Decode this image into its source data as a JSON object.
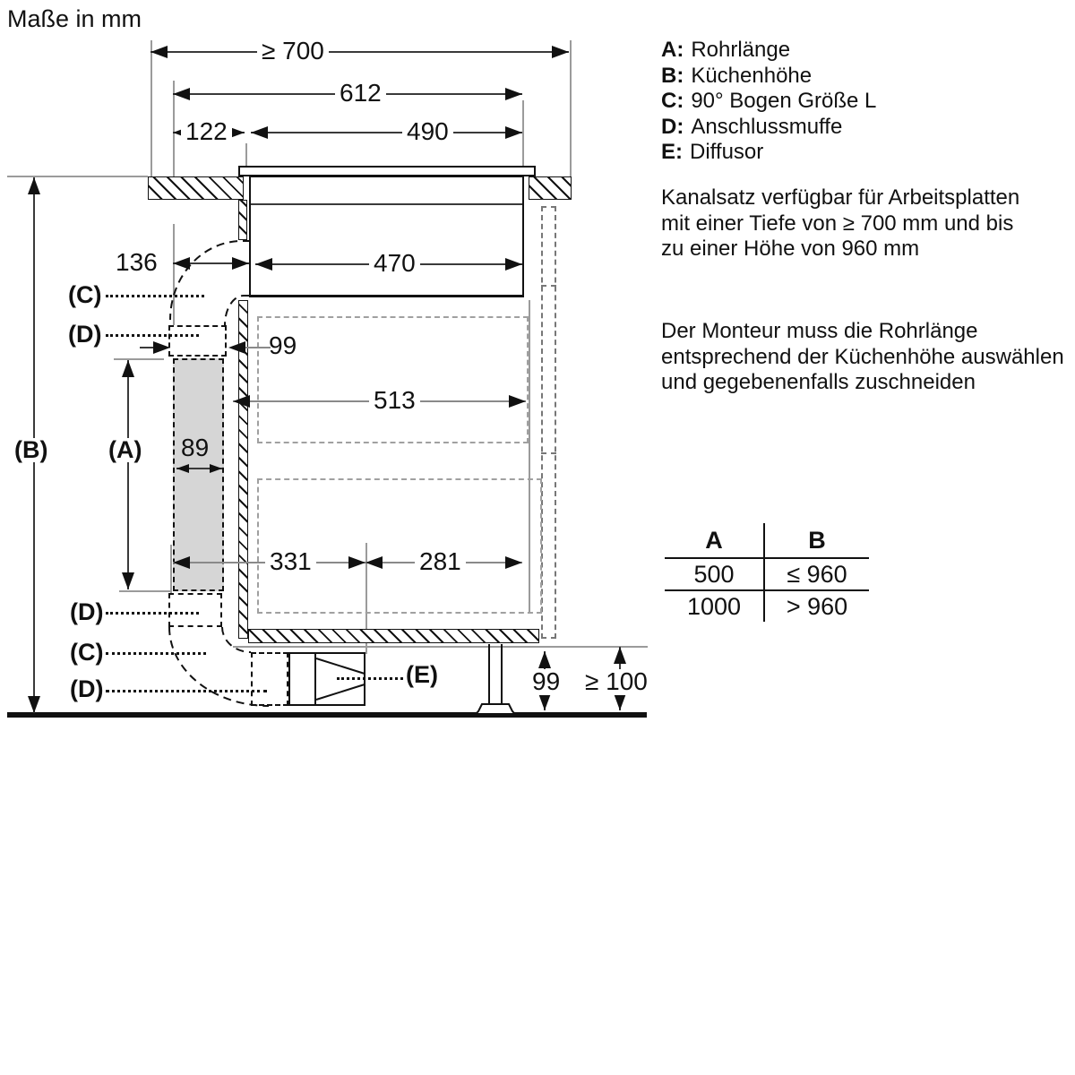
{
  "title": "Maße in mm",
  "dims": {
    "top_width": "≥ 700",
    "hob_total": "612",
    "rear_offset": "122",
    "cutout_width": "490",
    "rear_clearance": "136",
    "hob_inner": "470",
    "socket_width": "99",
    "inner_depth": "513",
    "pipe_width": "89",
    "bottom_rear": "331",
    "bottom_front": "281",
    "plinth_height": "99",
    "plinth_min": "≥ 100"
  },
  "labels": {
    "A": "(A)",
    "B": "(B)",
    "C": "(C)",
    "D": "(D)",
    "E": "(E)"
  },
  "legend": [
    {
      "key": "A:",
      "text": "Rohrlänge"
    },
    {
      "key": "B:",
      "text": "Küchenhöhe"
    },
    {
      "key": "C:",
      "text": "90° Bogen Größe L"
    },
    {
      "key": "D:",
      "text": "Anschlussmuffe"
    },
    {
      "key": "E:",
      "text": "Diffusor"
    }
  ],
  "notes": [
    "Kanalsatz verfügbar für Arbeitsplatten mit einer Tiefe von ≥ 700 mm und bis zu einer Höhe von 960 mm",
    "Der Monteur muss die Rohrlänge entsprechend der Küchenhöhe auswählen und gegebenenfalls zuschneiden"
  ],
  "table": {
    "headers": [
      "A",
      "B"
    ],
    "rows": [
      [
        "500",
        "≤ 960"
      ],
      [
        "1000",
        "> 960"
      ]
    ]
  },
  "colors": {
    "pipe_fill": "#d6d6d6",
    "line": "#111111",
    "clearance_dash": "#a0a0a0"
  }
}
